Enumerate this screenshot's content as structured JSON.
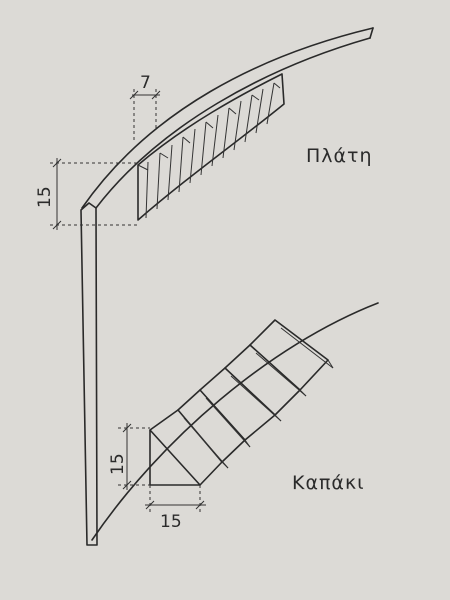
{
  "labels": {
    "back": "Πλάτη",
    "lid": "Καπάκι"
  },
  "dimensions": {
    "slot_width": "7",
    "back_height": "15",
    "lid_height": "15",
    "lid_width": "15"
  },
  "colors": {
    "paper": "#dcdad6",
    "pencil": "#2a2a2a"
  }
}
